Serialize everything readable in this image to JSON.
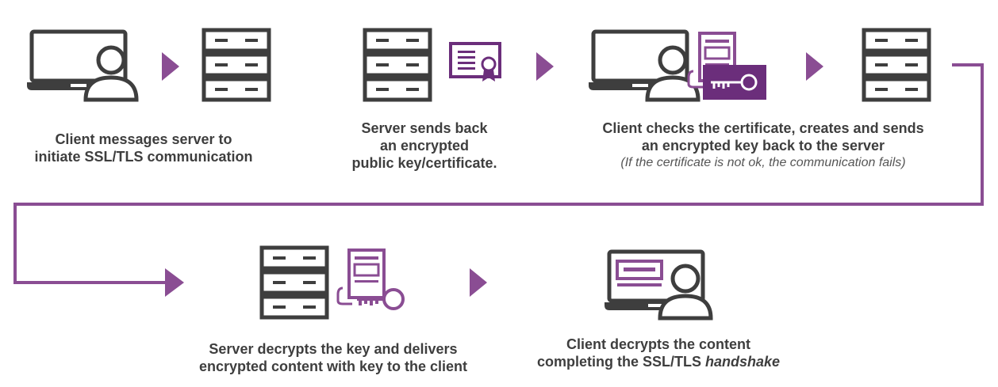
{
  "colors": {
    "icon_stroke": "#3e3e3e",
    "accent_purple": "#8a4d93",
    "dark_purple": "#6b2e7b",
    "text": "#3e3e3e"
  },
  "steps": [
    {
      "icons": [
        "laptop-icon",
        "user-icon",
        "server-icon"
      ],
      "lines": [
        "Client messages server to",
        "initiate SSL/TLS communication"
      ]
    },
    {
      "icons": [
        "server-icon",
        "certificate-icon"
      ],
      "lines": [
        "Server sends back",
        "an encrypted",
        "public key/certificate."
      ]
    },
    {
      "icons": [
        "laptop-icon",
        "user-icon",
        "document-icon",
        "key-card-icon",
        "server-icon"
      ],
      "lines": [
        "Client checks the certificate, creates and sends",
        "an encrypted key back to the server"
      ],
      "note": "(If the certificate is not ok, the communication fails)"
    },
    {
      "icons": [
        "server-icon",
        "document-icon",
        "key-icon"
      ],
      "lines": [
        "Server decrypts the key and delivers",
        "encrypted content with key to the client"
      ]
    },
    {
      "icons": [
        "laptop-icon",
        "user-icon"
      ],
      "lines": [
        "Client decrypts the content"
      ],
      "last_line_prefix": "completing the SSL/TLS ",
      "last_line_italic": "handshake"
    }
  ]
}
